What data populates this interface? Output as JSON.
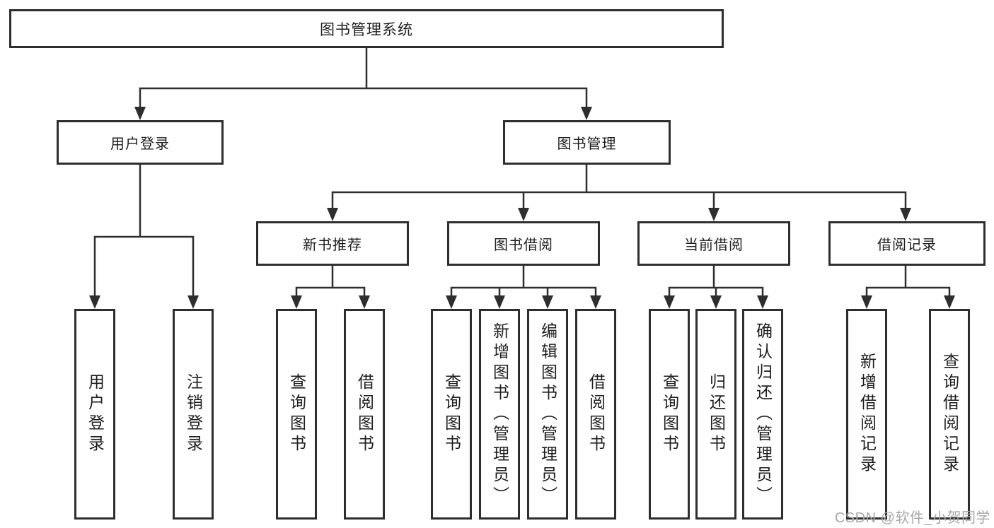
{
  "root": {
    "label": "图书管理系统"
  },
  "tree": [
    {
      "label": "用户登录",
      "children": [
        {
          "label": "用户登录"
        },
        {
          "label": "注销登录"
        }
      ]
    },
    {
      "label": "图书管理",
      "children": [
        {
          "label": "新书推荐",
          "children": [
            {
              "label": "查询图书"
            },
            {
              "label": "借阅图书"
            }
          ]
        },
        {
          "label": "图书借阅",
          "children": [
            {
              "label": "查询图书"
            },
            {
              "label": "新增图书（管理员）"
            },
            {
              "label": "编辑图书（管理员）"
            },
            {
              "label": "借阅图书"
            }
          ]
        },
        {
          "label": "当前借阅",
          "children": [
            {
              "label": "查询图书"
            },
            {
              "label": "归还图书"
            },
            {
              "label": "确认归还（管理员）"
            }
          ]
        },
        {
          "label": "借阅记录",
          "children": [
            {
              "label": "新增借阅记录"
            },
            {
              "label": "查询借阅记录"
            }
          ]
        }
      ]
    }
  ],
  "watermark": {
    "text": "CSDN @软件_小贺同学"
  },
  "colors": {
    "line": "#2e2e2e",
    "text": "#1e1e1e",
    "watermark": "#a8a8a8",
    "background": "#ffffff"
  }
}
